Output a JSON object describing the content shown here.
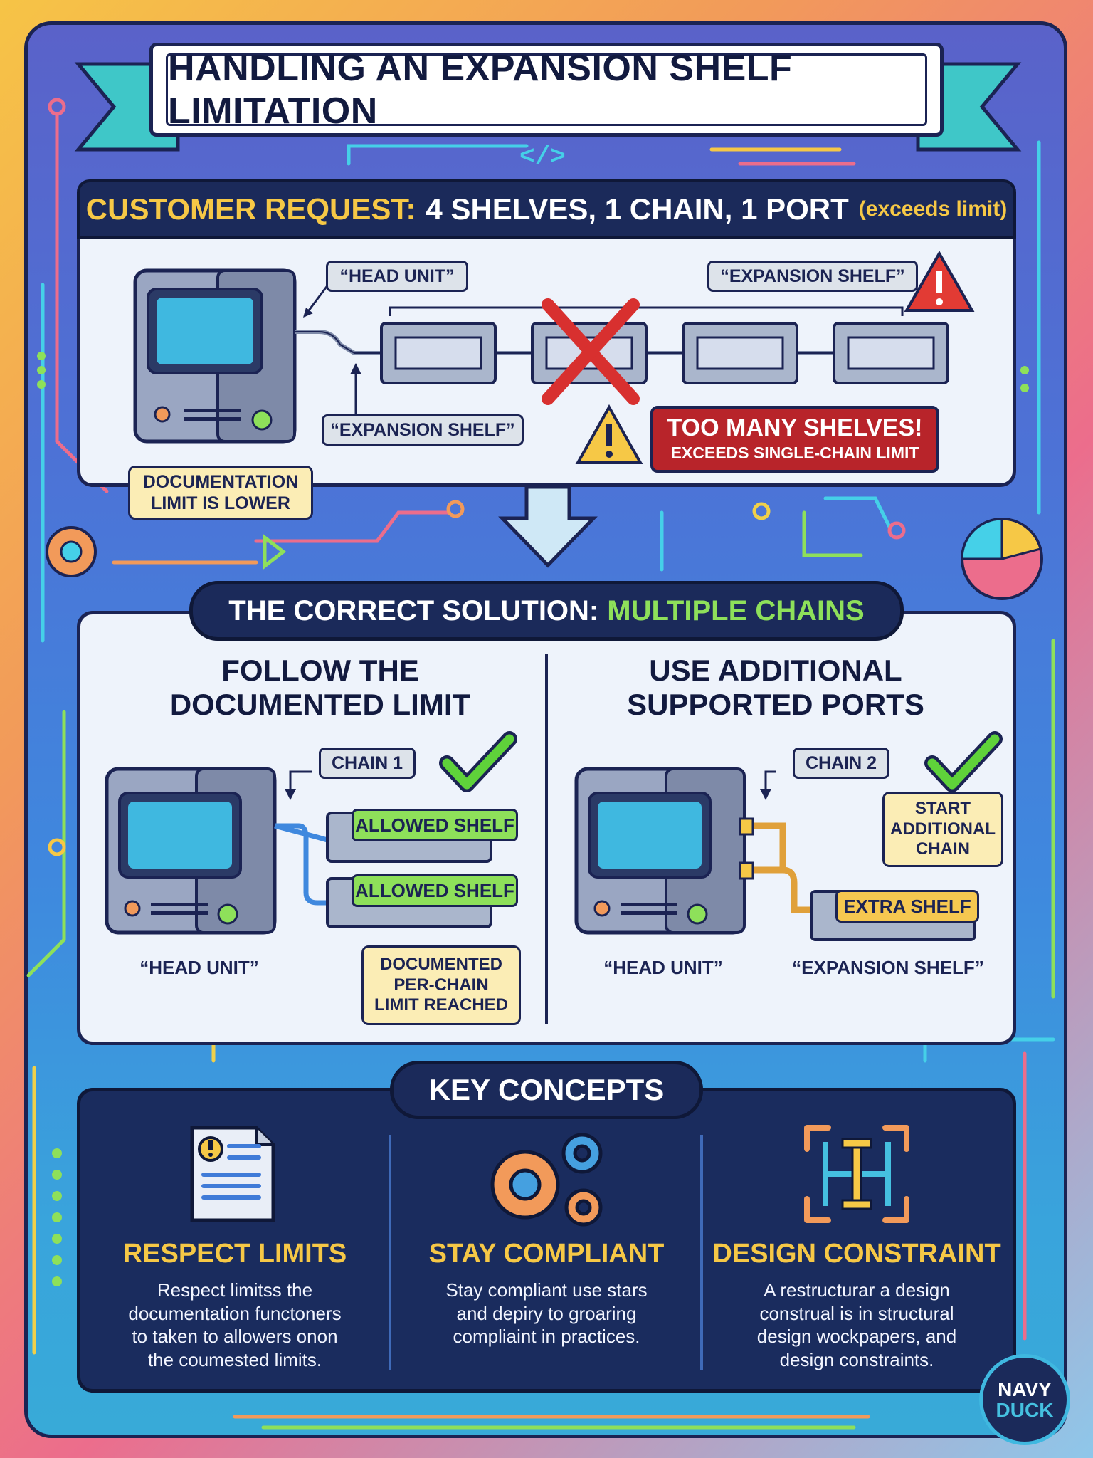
{
  "title": "HANDLING AN EXPANSION SHELF LIMITATION",
  "request": {
    "prefix": "CUSTOMER REQUEST:",
    "main": "4 SHELVES, 1 CHAIN, 1 PORT",
    "suffix": "(exceeds limit)",
    "head_unit_label": "“HEAD UNIT”",
    "expansion_label_top": "“EXPANSION SHELF”",
    "expansion_label_bottom": "“EXPANSION SHELF”",
    "alert_line1": "TOO MANY SHELVES!",
    "alert_line2": "EXCEEDS SINGLE-CHAIN LIMIT",
    "doc_note": "DOCUMENTATION\nLIMIT IS LOWER"
  },
  "solution": {
    "prefix": "THE CORRECT SOLUTION:",
    "highlight": "MULTIPLE CHAINS",
    "left": {
      "heading": "FOLLOW THE\nDOCUMENTED LIMIT",
      "chain_label": "CHAIN 1",
      "shelf1": "ALLOWED SHELF",
      "shelf2": "ALLOWED SHELF",
      "unit_caption": "“HEAD UNIT”",
      "note": "DOCUMENTED\nPER-CHAIN\nLIMIT REACHED"
    },
    "right": {
      "heading": "USE ADDITIONAL\nSUPPORTED PORTS",
      "chain_label": "CHAIN 2",
      "start_note": "START\nADDITIONAL\nCHAIN",
      "extra_shelf": "EXTRA SHELF",
      "unit_caption": "“HEAD UNIT”",
      "shelf_caption": "“EXPANSION SHELF”"
    }
  },
  "concepts": {
    "title": "KEY CONCEPTS",
    "items": [
      {
        "icon": "document-icon",
        "title": "RESPECT LIMITS",
        "body": "Respect limitss the\ndocumentation functoners\nto taken to allowers onon\nthe coumested limits."
      },
      {
        "icon": "gears-icon",
        "title": "STAY COMPLIANT",
        "body": "Stay compliant use stars\nand depiry to groaring\ncompliaint in practices."
      },
      {
        "icon": "structure-icon",
        "title": "DESIGN CONSTRAINT",
        "body": "A restructurar a design\nconstrual is in structural\ndesign wockpapers, and\ndesign constraints."
      }
    ]
  },
  "badge": {
    "line1": "NAVY",
    "line2": "DUCK"
  },
  "colors": {
    "navy": "#1b2353",
    "accent_yellow": "#f6c846",
    "accent_green": "#8ee05a",
    "alert_red": "#b8242a"
  }
}
